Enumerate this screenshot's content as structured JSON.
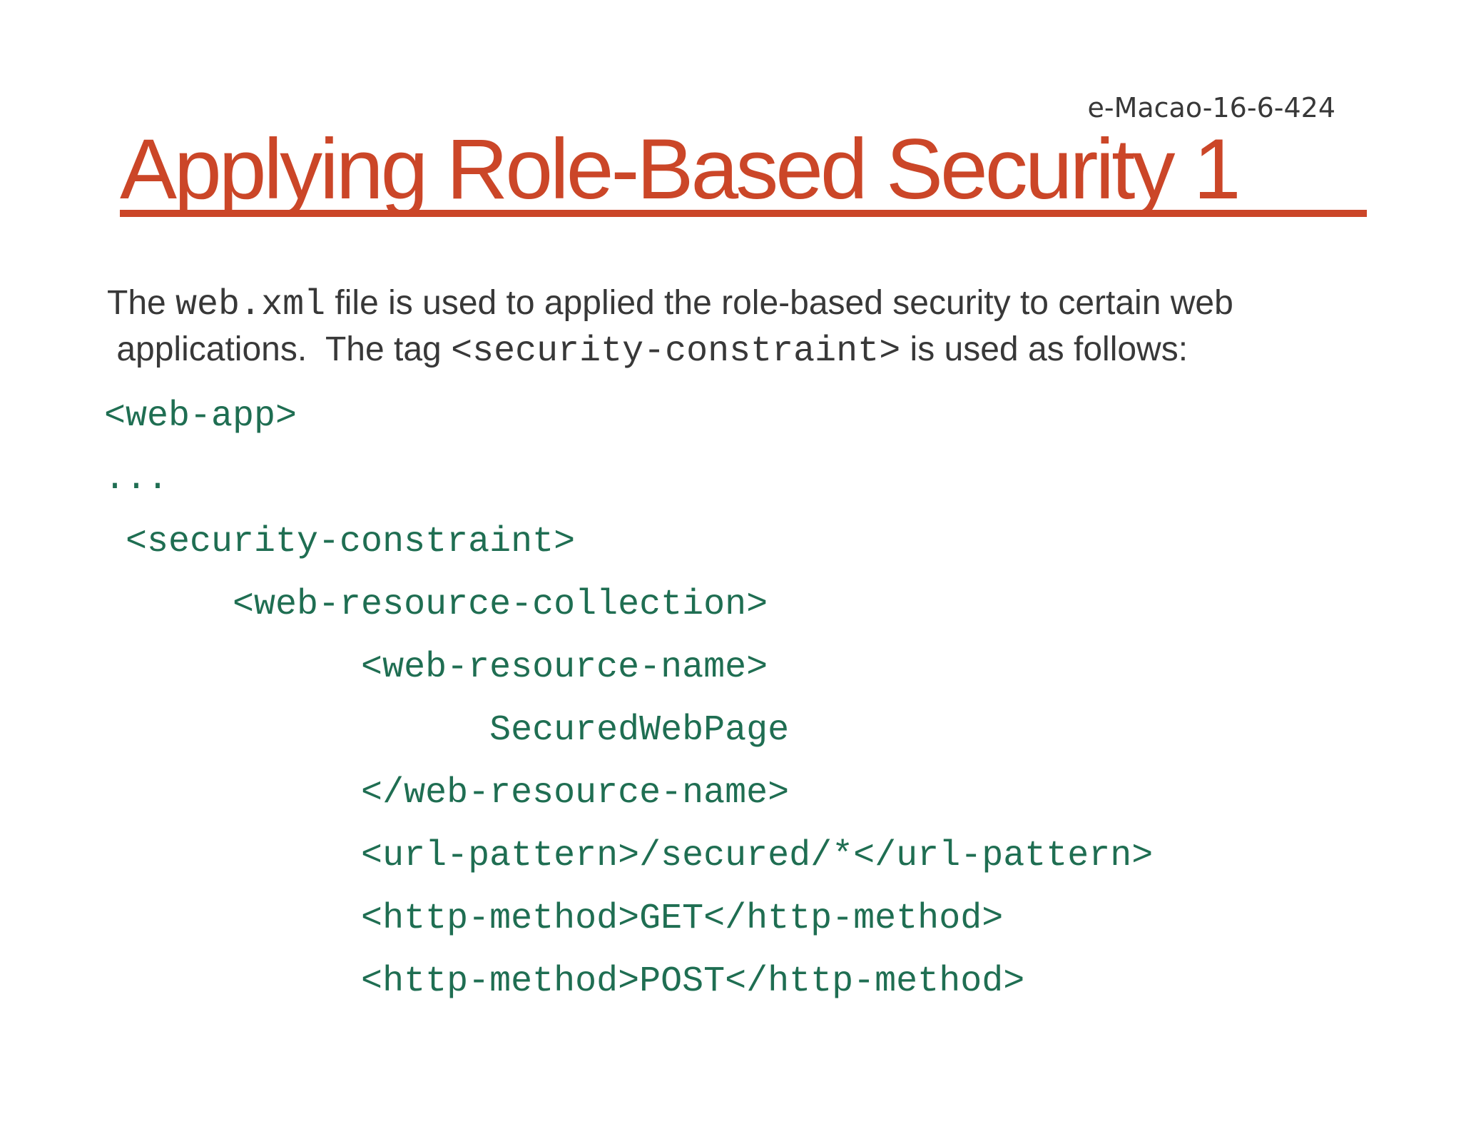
{
  "slide": {
    "reference": "e-Macao-16-6-424",
    "title": "Applying Role-Based Security 1",
    "colors": {
      "title_accent": "#cb4628",
      "code_green": "#1f6e52",
      "body_text": "#383838",
      "background": "#ffffff"
    },
    "paragraph": {
      "l1_a": "The ",
      "l1_code": "web.xml",
      "l1_b": " file is used to applied the role-based security to certain web",
      "l2_a": " applications.  The tag ",
      "l2_code": "<security-constraint>",
      "l2_b": " is used as follows:"
    },
    "code": {
      "lines": [
        "<web-app>",
        "...",
        " <security-constraint>",
        "      <web-resource-collection>",
        "            <web-resource-name>",
        "                  SecuredWebPage",
        "            </web-resource-name>",
        "            <url-pattern>/secured/*</url-pattern>",
        "            <http-method>GET</http-method>",
        "            <http-method>POST</http-method>"
      ]
    }
  }
}
